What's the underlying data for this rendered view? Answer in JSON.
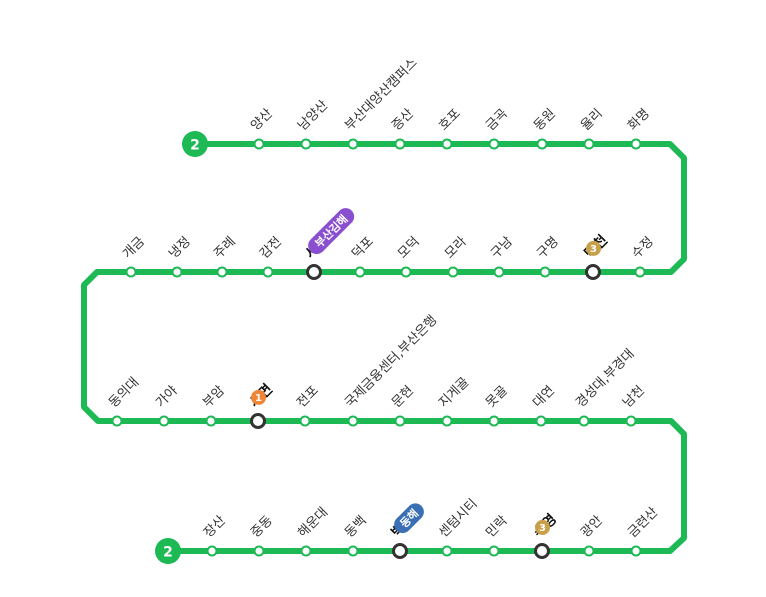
{
  "line": {
    "number": "2",
    "color": "#1db954"
  },
  "colors": {
    "line1": "#f08536",
    "line3": "#c8a04a",
    "gimhae": "#8a4fd0",
    "donghae": "#3a6fb5"
  },
  "rows": [
    {
      "name": "row-1",
      "stations": [
        {
          "label": "양산",
          "type": "normal"
        },
        {
          "label": "남양산",
          "type": "normal"
        },
        {
          "label": "부산대양산캠퍼스",
          "type": "normal"
        },
        {
          "label": "증산",
          "type": "normal"
        },
        {
          "label": "호포",
          "type": "normal"
        },
        {
          "label": "금곡",
          "type": "normal"
        },
        {
          "label": "동원",
          "type": "normal"
        },
        {
          "label": "율리",
          "type": "normal"
        },
        {
          "label": "화명",
          "type": "normal"
        }
      ]
    },
    {
      "name": "row-2",
      "stations": [
        {
          "label": "수정",
          "type": "normal"
        },
        {
          "label": "덕천",
          "type": "transfer",
          "badge": "3",
          "badge_color": "line3"
        },
        {
          "label": "구명",
          "type": "normal"
        },
        {
          "label": "구남",
          "type": "normal"
        },
        {
          "label": "모라",
          "type": "normal"
        },
        {
          "label": "모덕",
          "type": "normal"
        },
        {
          "label": "덕포",
          "type": "normal"
        },
        {
          "label": "사상",
          "type": "transfer",
          "pill": "부산김해",
          "pill_color": "gimhae"
        },
        {
          "label": "감전",
          "type": "normal"
        },
        {
          "label": "주례",
          "type": "normal"
        },
        {
          "label": "냉정",
          "type": "normal"
        },
        {
          "label": "개금",
          "type": "normal"
        }
      ]
    },
    {
      "name": "row-3",
      "stations": [
        {
          "label": "동의대",
          "type": "normal"
        },
        {
          "label": "가야",
          "type": "normal"
        },
        {
          "label": "부암",
          "type": "normal"
        },
        {
          "label": "서면",
          "type": "transfer",
          "badge": "1",
          "badge_color": "line1"
        },
        {
          "label": "전포",
          "type": "normal"
        },
        {
          "label": "국제금융센터,부산은행",
          "type": "normal"
        },
        {
          "label": "문현",
          "type": "normal"
        },
        {
          "label": "지게골",
          "type": "normal"
        },
        {
          "label": "못골",
          "type": "normal"
        },
        {
          "label": "대연",
          "type": "normal"
        },
        {
          "label": "경성대,부경대",
          "type": "normal"
        },
        {
          "label": "남천",
          "type": "normal"
        }
      ]
    },
    {
      "name": "row-4",
      "stations": [
        {
          "label": "금련산",
          "type": "normal"
        },
        {
          "label": "광안",
          "type": "normal"
        },
        {
          "label": "수영",
          "type": "transfer",
          "badge": "3",
          "badge_color": "line3"
        },
        {
          "label": "민락",
          "type": "normal"
        },
        {
          "label": "센텀시티",
          "type": "normal"
        },
        {
          "label": "벡스코",
          "type": "transfer",
          "pill": "동해",
          "pill_color": "donghae"
        },
        {
          "label": "동백",
          "type": "normal"
        },
        {
          "label": "해운대",
          "type": "normal"
        },
        {
          "label": "중동",
          "type": "normal"
        },
        {
          "label": "장산",
          "type": "normal"
        }
      ]
    }
  ]
}
